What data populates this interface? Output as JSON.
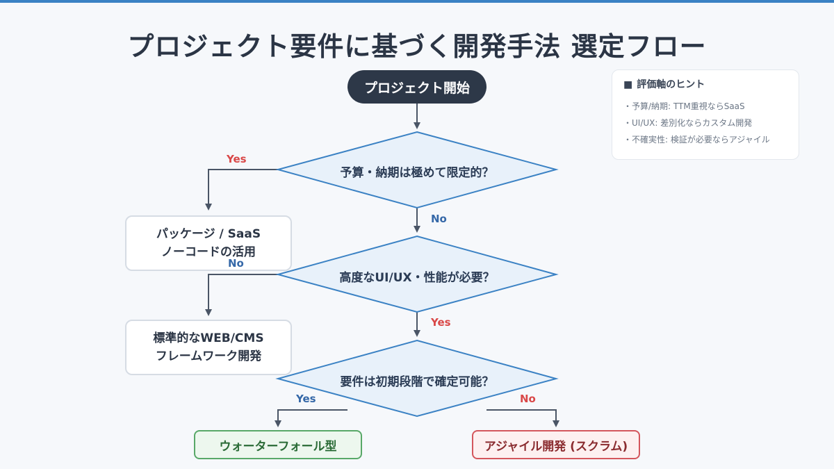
{
  "title": "プロジェクト要件に基づく開発手法 選定フロー",
  "start": "プロジェクト開始",
  "decisions": [
    "予算・納期は極めて限定的？",
    "高度なUI/UX・性能が必要？",
    "要件は初期段階で確定可能？"
  ],
  "outcomes": {
    "package": [
      "パッケージ / SaaS",
      "ノーコードの活用"
    ],
    "web_cms": [
      "標準的なWEB/CMS",
      "フレームワーク開発"
    ],
    "waterfall": "ウォーターフォール型",
    "agile": "アジャイル開発 (スクラム)"
  },
  "branch_labels": {
    "d1_yes": "Yes",
    "d1_no": "No",
    "d2_no": "No",
    "d2_yes": "Yes",
    "d3_yes": "Yes",
    "d3_no": "No"
  },
  "hint": {
    "title": "評価軸のヒント",
    "items": [
      "・予算/納期: TTM重視ならSaaS",
      "・UI/UX: 差別化ならカスタム開発",
      "・不確実性: 検証が必要ならアジャイル"
    ]
  },
  "colors": {
    "accent": "#3b82c4",
    "dark": "#2d3848",
    "diamond_fill": "#e8f1fa",
    "yes": "#d94848",
    "no": "#3568a8",
    "green": "#58a868",
    "red": "#d4565c"
  }
}
